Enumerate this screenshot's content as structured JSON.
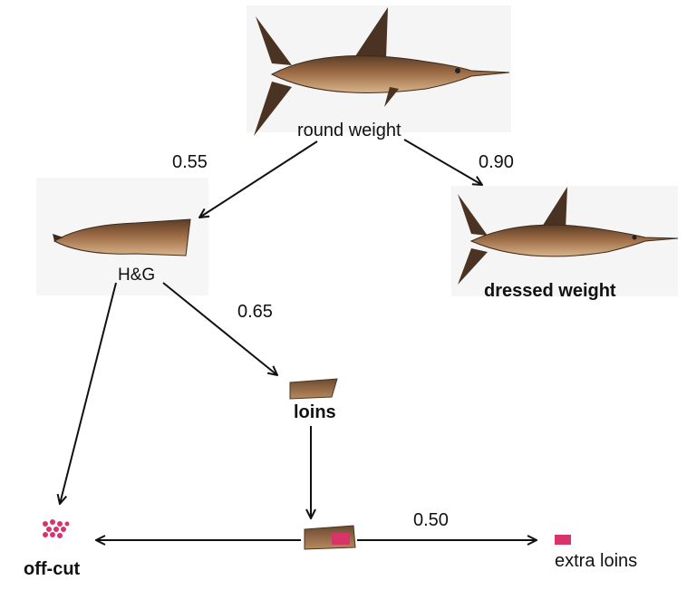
{
  "diagram": {
    "nodes": {
      "round": {
        "label": "round weight",
        "icon": "swordfish-icon"
      },
      "hg": {
        "label": "H&G",
        "icon": "headed-gutted-swordfish-icon"
      },
      "dressed": {
        "label": "dressed weight",
        "icon": "dressed-swordfish-icon"
      },
      "loins": {
        "label": "loins",
        "icon": "loin-piece-icon"
      },
      "offcut": {
        "label": "off-cut",
        "icon": "offcut-pieces-icon"
      },
      "cut": {
        "label": "",
        "icon": "trimmed-loin-icon"
      },
      "extra": {
        "label": "extra loins",
        "icon": "extra-loin-block-icon"
      }
    },
    "edges": {
      "round_to_hg": "0.55",
      "round_to_dressed": "0.90",
      "hg_to_loins": "0.65",
      "cut_to_extra": "0.50"
    },
    "colors": {
      "fish_body": "#9c6b45",
      "fish_belly": "#d9b48a",
      "fish_dark": "#3d2a1c",
      "offcut": "#d8346a",
      "arrow": "#111111"
    }
  }
}
